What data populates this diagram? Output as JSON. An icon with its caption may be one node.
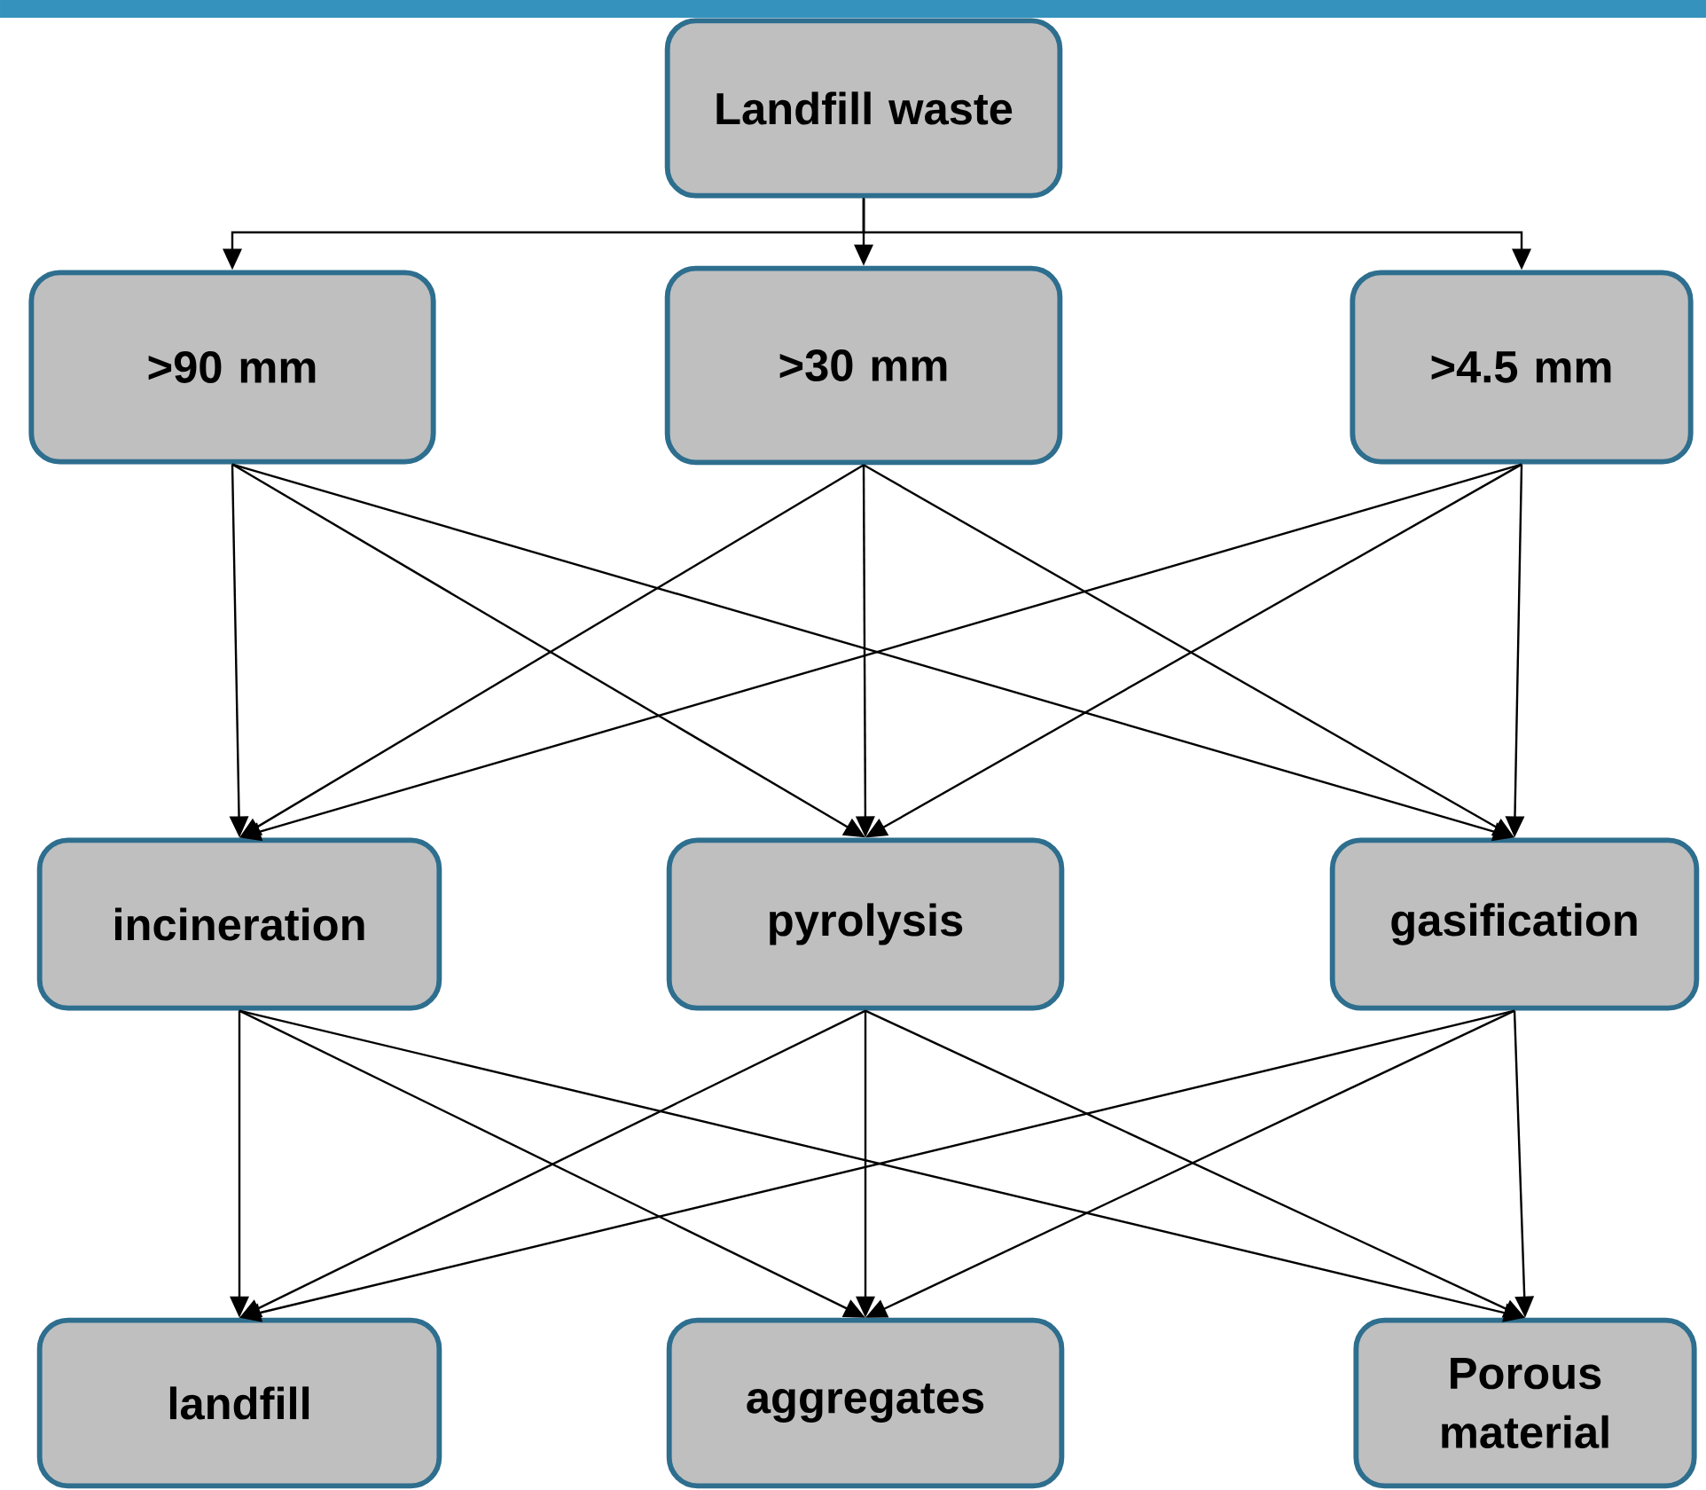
{
  "diagram": {
    "nodes": [
      {
        "text": [
          "Landfill waste"
        ]
      },
      {
        "text": [
          ">90 mm"
        ]
      },
      {
        "text": [
          ">30 mm"
        ]
      },
      {
        "text": [
          ">4.5 mm"
        ]
      },
      {
        "text": [
          "incineration"
        ]
      },
      {
        "text": [
          "pyrolysis"
        ]
      },
      {
        "text": [
          "gasification"
        ]
      },
      {
        "text": [
          "landfill"
        ]
      },
      {
        "text": [
          "aggregates"
        ]
      },
      {
        "text": [
          "Porous material"
        ]
      }
    ],
    "edges": [
      {
        "from": 0,
        "to": 1,
        "arrow": "to"
      },
      {
        "from": 0,
        "to": 2,
        "arrow": "to"
      },
      {
        "from": 0,
        "to": 3,
        "arrow": "to"
      },
      {
        "from": 1,
        "to": 4,
        "arrow": "to"
      },
      {
        "from": 1,
        "to": 5,
        "arrow": "to"
      },
      {
        "from": 1,
        "to": 6,
        "arrow": "to"
      },
      {
        "from": 2,
        "to": 4,
        "arrow": "to"
      },
      {
        "from": 2,
        "to": 5,
        "arrow": "to"
      },
      {
        "from": 2,
        "to": 6,
        "arrow": "to"
      },
      {
        "from": 3,
        "to": 4,
        "arrow": "to"
      },
      {
        "from": 3,
        "to": 5,
        "arrow": "to"
      },
      {
        "from": 3,
        "to": 6,
        "arrow": "to"
      },
      {
        "from": 4,
        "to": 7,
        "arrow": "to"
      },
      {
        "from": 4,
        "to": 8,
        "arrow": "to"
      },
      {
        "from": 4,
        "to": 9,
        "arrow": "to"
      },
      {
        "from": 5,
        "to": 7,
        "arrow": "to"
      },
      {
        "from": 5,
        "to": 8,
        "arrow": "to"
      },
      {
        "from": 5,
        "to": 9,
        "arrow": "to"
      },
      {
        "from": 6,
        "to": 7,
        "arrow": "to"
      },
      {
        "from": 6,
        "to": 8,
        "arrow": "to"
      },
      {
        "from": 6,
        "to": 9,
        "arrow": "to"
      }
    ]
  }
}
